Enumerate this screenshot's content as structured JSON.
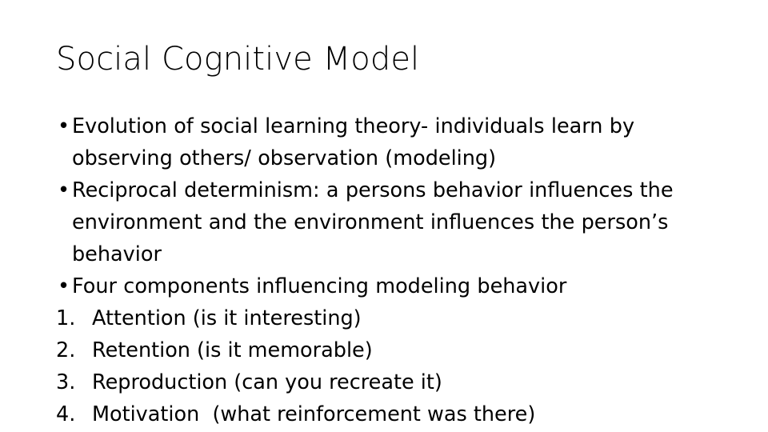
{
  "slide": {
    "title": "Social Cognitive Model",
    "background_color": "#ffffff",
    "text_color": "#000000",
    "bullet_glyph": "•",
    "blocks": [
      {
        "marker": "•",
        "kind": "bullet",
        "text": "Evolution of social learning theory- individuals learn by observing others/ observation (modeling)"
      },
      {
        "marker": "•",
        "kind": "bullet",
        "text": "Reciprocal determinism: a persons behavior influences the environment and the environment influences the person’s behavior"
      },
      {
        "marker": "•",
        "kind": "bullet",
        "text": "Four components influencing modeling behavior"
      },
      {
        "marker": "1.",
        "kind": "numbered",
        "text": "Attention (is it interesting)"
      },
      {
        "marker": "2.",
        "kind": "numbered",
        "text": "Retention (is it memorable)"
      },
      {
        "marker": "3.",
        "kind": "numbered",
        "text": "Reproduction (can you recreate it)"
      },
      {
        "marker": "4.",
        "kind": "numbered",
        "text": "Motivation  (what reinforcement was there)"
      }
    ]
  }
}
